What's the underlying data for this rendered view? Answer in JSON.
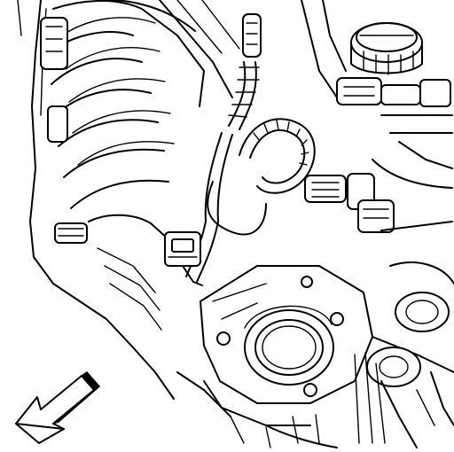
{
  "illustration": {
    "kind": "engine-compartment-line-drawing",
    "components": [
      "intake-manifold",
      "throttle-body",
      "wiring-harness",
      "electrical-connector",
      "coolant-reservoir-cap",
      "accessory-drive",
      "direction-arrow"
    ],
    "line_color": "#000000",
    "background_color": "#ffffff"
  },
  "direction_arrow": {
    "points_toward": "lower-left",
    "fill": "#ffffff",
    "stroke": "#000000"
  }
}
